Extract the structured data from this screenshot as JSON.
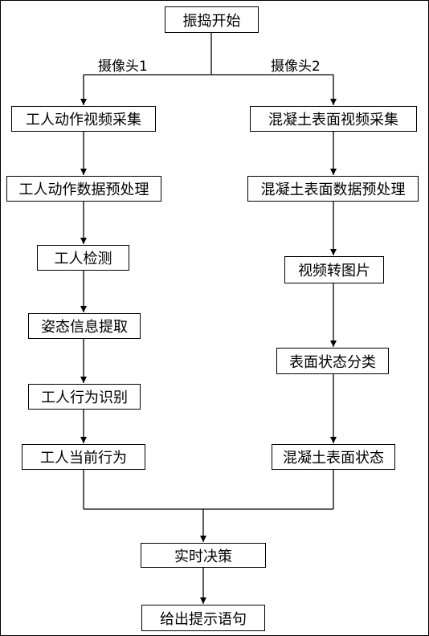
{
  "flowchart": {
    "start": "振捣开始",
    "branch_labels": {
      "left": "摄像头1",
      "right": "摄像头2"
    },
    "left_steps": [
      "工人动作视频采集",
      "工人动作数据预处理",
      "工人检测",
      "姿态信息提取",
      "工人行为识别",
      "工人当前行为"
    ],
    "right_steps": [
      "混凝土表面视频采集",
      "混凝土表面数据预处理",
      "视频转图片",
      "表面状态分类",
      "混凝土表面状态"
    ],
    "decision": "实时决策",
    "output": "给出提示语句"
  }
}
